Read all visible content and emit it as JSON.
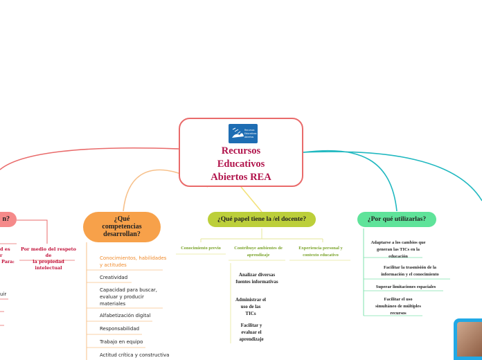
{
  "center": {
    "title_lines": [
      "Recursos",
      "Educativos",
      "Abiertos REA"
    ],
    "logo_text": [
      "Recursos",
      "Educativos",
      "Abiertos"
    ]
  },
  "left_branch": {
    "title": "n?",
    "items": [
      "d es",
      "r",
      "Para:",
      "uir"
    ],
    "sub_label": [
      "Por medio del respeto de",
      "la propiedad intelectual"
    ]
  },
  "competencias": {
    "title_lines": [
      "¿Qué",
      "competencias",
      "desarrollan?"
    ],
    "items": [
      "Conocimientos, habilidades y actitudes",
      "Creatividad",
      "Capacidad para buscar, evaluar y producir materiales",
      "Alfabetización digital",
      "Responsabilidad",
      "Trabajo en equipo",
      "Actitud crítica y constructiva"
    ]
  },
  "docente": {
    "title": "¿Qué papel tiene la /el docente?",
    "columns": [
      "Conocimiento previo",
      "Contribuye ambientes de aprendizaje",
      "Experiencia personal y contexto educativo"
    ],
    "sub_items": [
      "Analizar diversas fuentes informativas",
      "Administrar el uso de las TICs",
      "Facilitar y evaluar el aprendizaje"
    ]
  },
  "por_que": {
    "title": "¿Por qué utilizarlas?",
    "items": [
      "Adaptarse a los cambios que generan las TICs en la educación",
      "Facilitar la trasmisión de la información y el conocimiento",
      "Superar limitaciones espaciales",
      "Facilitar el uso simultáneo de múltiples recursos"
    ]
  },
  "colors": {
    "red": "#e96a6a",
    "orange": "#f7a14a",
    "yellow": "#bccf3a",
    "green": "#5fe39a",
    "teal": "#20b8c0",
    "blue": "#1e6db3"
  }
}
